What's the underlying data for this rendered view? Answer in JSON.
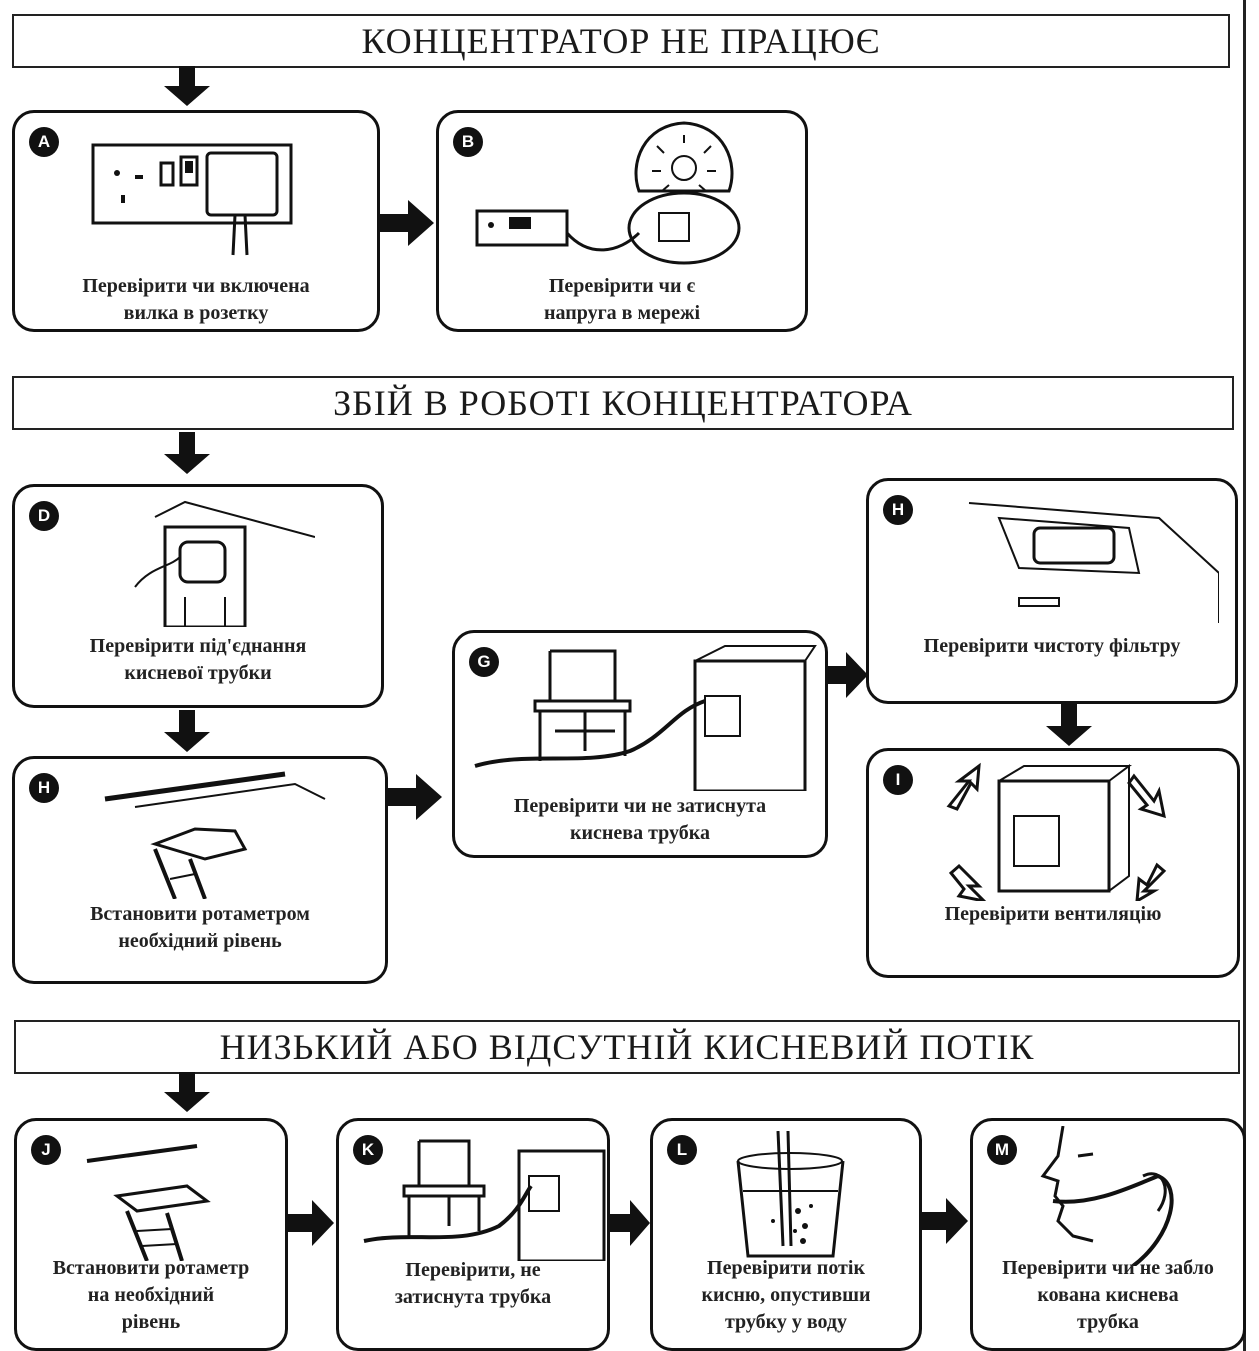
{
  "sections": {
    "s1": "КОНЦЕНТРАТОР НЕ ПРАЦЮЄ",
    "s2": "ЗБІЙ В РОБОТІ КОНЦЕНТРАТОРА",
    "s3": "НИЗЬКИЙ АБО ВІДСУТНІЙ КИСНЕВИЙ ПОТІК"
  },
  "steps": {
    "a": {
      "letter": "A",
      "l1": "Перевірити чи включена",
      "l2": "вилка в розетку"
    },
    "b": {
      "letter": "B",
      "l1": "Перевірити чи є",
      "l2": "напруга в мережі"
    },
    "d": {
      "letter": "D",
      "l1": "Перевірити під'єднання",
      "l2": "кисневої трубки"
    },
    "h1": {
      "letter": "H",
      "l1": "Встановити ротаметром",
      "l2": "необхідний рівень"
    },
    "g": {
      "letter": "G",
      "l1": "Перевірити чи не затиснута",
      "l2": "киснева трубка"
    },
    "h2": {
      "letter": "H",
      "l1": "Перевірити чистоту фільтру"
    },
    "i": {
      "letter": "I",
      "l1": "Перевірити вентиляцію"
    },
    "j": {
      "letter": "J",
      "l1": "Встановити ротаметр",
      "l2": "на необхідний",
      "l3": "рівень"
    },
    "k": {
      "letter": "K",
      "l1": "Перевірити, не",
      "l2": "затиснута трубка"
    },
    "l": {
      "letter": "L",
      "l1": "Перевірити потік",
      "l2": "кисню, опустивши",
      "l3": "трубку у воду"
    },
    "m": {
      "letter": "M",
      "l1": "Перевірити чи не забло",
      "l2": "кована киснева",
      "l3": "трубка"
    }
  }
}
